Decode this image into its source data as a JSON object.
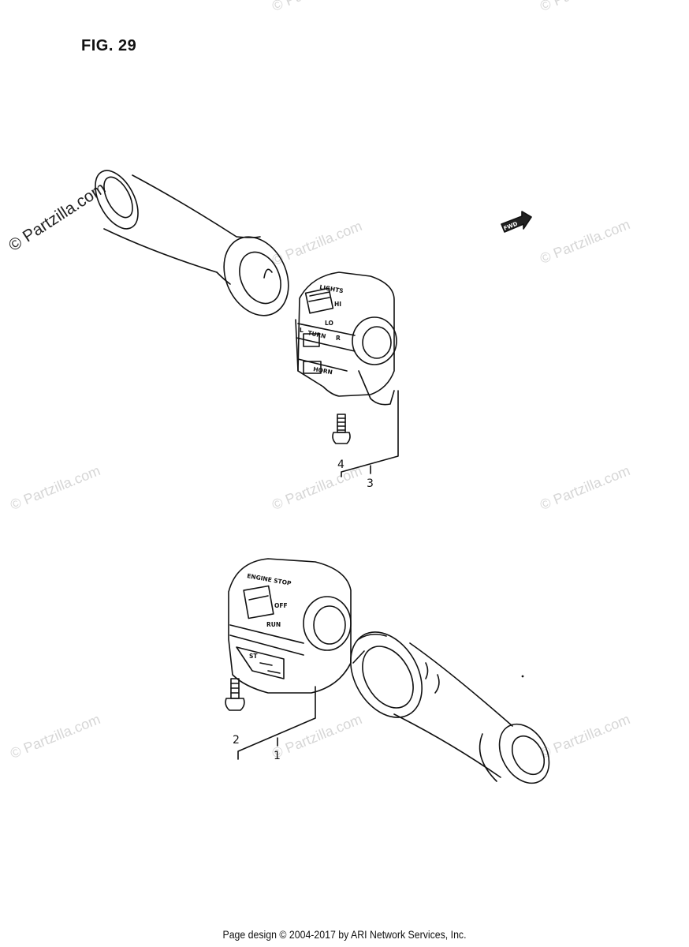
{
  "figure": {
    "title": "FIG. 29"
  },
  "callouts": [
    {
      "id": "1",
      "label": "1"
    },
    {
      "id": "2",
      "label": "2"
    },
    {
      "id": "3",
      "label": "3"
    },
    {
      "id": "4",
      "label": "4"
    }
  ],
  "switch_labels": {
    "lights": "LIGHTS",
    "hi": "HI",
    "lo": "LO",
    "turn_l": "L",
    "turn": "TURN",
    "turn_r": "R",
    "horn": "HORN",
    "engine_stop": "ENGINE STOP",
    "off": "OFF",
    "run": "RUN",
    "start": "ST"
  },
  "fwd_badge": "FWD",
  "watermark": {
    "text": "© Partzilla.com"
  },
  "footer": "Page design © 2004-2017 by ARI Network Services, Inc."
}
